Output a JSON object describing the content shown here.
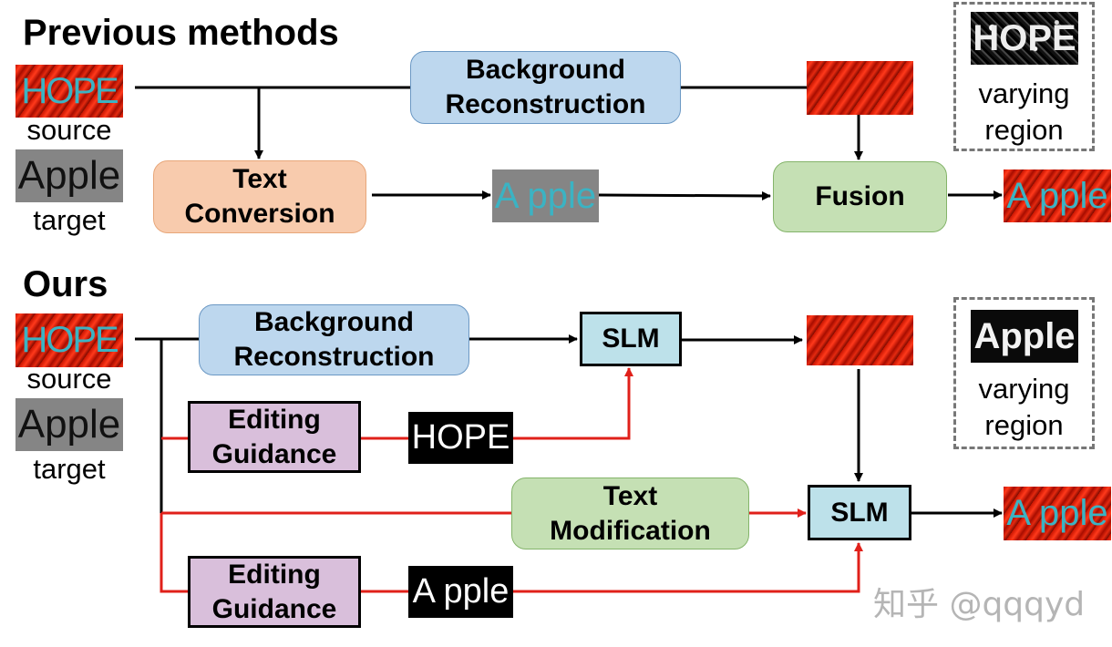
{
  "colors": {
    "blue_box": "#bdd7ee",
    "orange_box": "#f8cbad",
    "green_box": "#c5e0b4",
    "purple_box": "#d9bfdb",
    "slm_box": "#bde1ea",
    "text_cyan": "#3bb3c3",
    "arrow_black": "#000000",
    "arrow_red": "#e0201a"
  },
  "top": {
    "heading": "Previous methods",
    "source_label": "source",
    "target_label": "target",
    "source_tile_text": "HOPE",
    "target_tile_text": "Apple",
    "background_reconstruction": "Background\nReconstruction",
    "text_conversion": "Text\nConversion",
    "converted_text_tile": "A pple",
    "fusion": "Fusion",
    "output_tile_text": "A pple",
    "varying_tile_text": "HOPE",
    "varying_label": "varying\nregion"
  },
  "bottom": {
    "heading": "Ours",
    "source_label": "source",
    "target_label": "target",
    "source_tile_text": "HOPE",
    "target_tile_text": "Apple",
    "background_reconstruction": "Background\nReconstruction",
    "slm_top": "SLM",
    "editing_guidance_1": "Editing\nGuidance",
    "mask_tile_1": "HOPE",
    "text_modification": "Text\nModification",
    "slm_bottom": "SLM",
    "editing_guidance_2": "Editing\nGuidance",
    "mask_tile_2": "A pple",
    "output_tile_text": "A pple",
    "varying_tile_text": "Apple",
    "varying_label": "varying\nregion"
  },
  "watermark": "知乎 @qqqyd"
}
